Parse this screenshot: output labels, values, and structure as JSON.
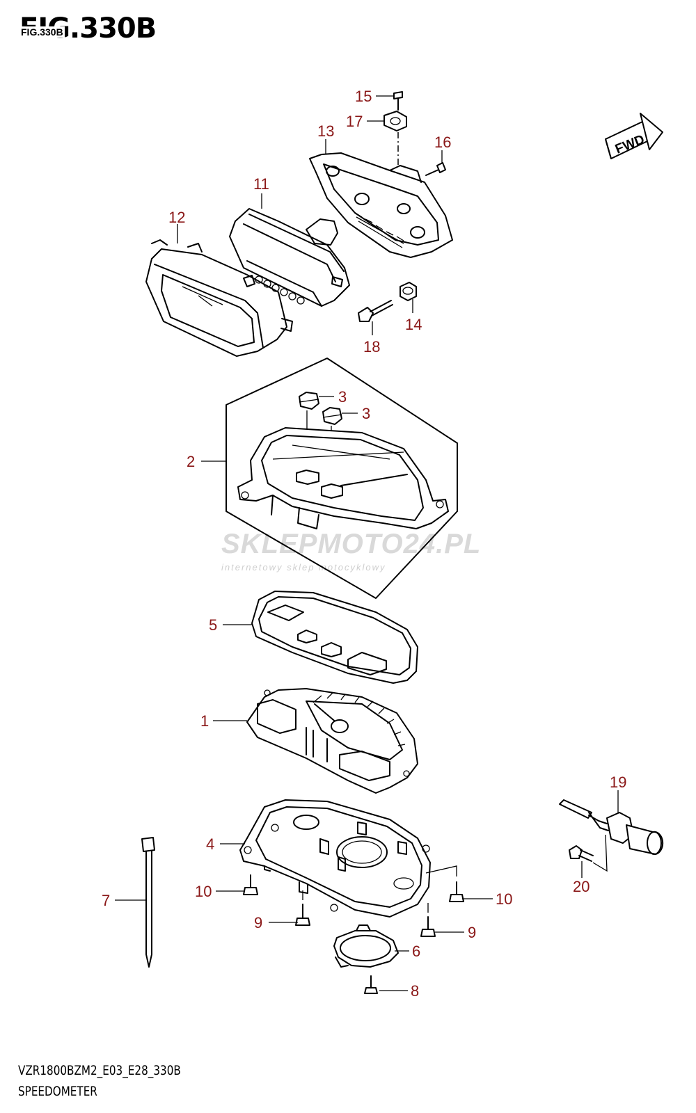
{
  "title": "FIG.330B",
  "title_overprint": "FIG.330B",
  "model_code": "VZR1800BZM2_E03_E28_330B",
  "diagram_name": "SPEEDOMETER",
  "fwd_label": "FWD",
  "watermark": {
    "brand": "SKLEPMOTO24.PL",
    "tagline": "internetowy sklep motocyklowy"
  },
  "callouts": [
    {
      "id": "c1",
      "number": "1"
    },
    {
      "id": "c2",
      "number": "2"
    },
    {
      "id": "c3a",
      "number": "3"
    },
    {
      "id": "c3b",
      "number": "3"
    },
    {
      "id": "c4",
      "number": "4"
    },
    {
      "id": "c5",
      "number": "5"
    },
    {
      "id": "c6",
      "number": "6"
    },
    {
      "id": "c7",
      "number": "7"
    },
    {
      "id": "c8",
      "number": "8"
    },
    {
      "id": "c9a",
      "number": "9"
    },
    {
      "id": "c9b",
      "number": "9"
    },
    {
      "id": "c10a",
      "number": "10"
    },
    {
      "id": "c10b",
      "number": "10"
    },
    {
      "id": "c11",
      "number": "11"
    },
    {
      "id": "c12",
      "number": "12"
    },
    {
      "id": "c13",
      "number": "13"
    },
    {
      "id": "c14",
      "number": "14"
    },
    {
      "id": "c15",
      "number": "15"
    },
    {
      "id": "c16",
      "number": "16"
    },
    {
      "id": "c17",
      "number": "17"
    },
    {
      "id": "c18",
      "number": "18"
    },
    {
      "id": "c19",
      "number": "19"
    },
    {
      "id": "c20",
      "number": "20"
    }
  ],
  "colors": {
    "callout": "#8a1717",
    "line": "#000000",
    "watermark": "#d9d9d9"
  }
}
